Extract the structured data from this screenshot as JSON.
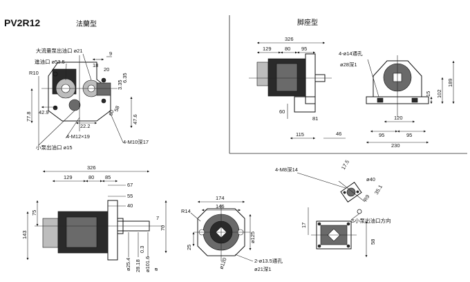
{
  "header": {
    "model": "PV2R12",
    "flange_type": "法蘭型",
    "foot_type": "脚座型"
  },
  "flange_view": {
    "callouts": {
      "large_outlet": "大流量泵出油口 ø21",
      "inlet": "進油口 ø53.5",
      "radius": "R10",
      "small_outlet": "小泵出油口 ø15",
      "bolt_m12": "4-M12×19",
      "bolt_m10": "4-M10深17"
    },
    "dims": [
      "18",
      "9",
      "20",
      "42.9",
      "77.8",
      "22.2",
      "47.6",
      "3.35",
      "6.35",
      "58",
      "60"
    ]
  },
  "foot_view": {
    "dims_top": [
      "326",
      "129",
      "80",
      "95"
    ],
    "dims_side": [
      "60",
      "81",
      "115",
      "46"
    ],
    "hole_note": "4-ø14通孔",
    "counterbore": "ø28深1",
    "dims_end": [
      "120",
      "95",
      "95",
      "230",
      "15",
      "102",
      "189"
    ]
  },
  "bottom_side": {
    "dims": [
      "326",
      "129",
      "80",
      "85",
      "67",
      "55",
      "40",
      "75",
      "143",
      "7",
      "70"
    ],
    "shaft_dims": [
      "ø25.4",
      "28.18",
      "ø101.6",
      "ø",
      "0.3"
    ]
  },
  "bottom_end": {
    "dims": [
      "174",
      "146",
      "R14",
      "25",
      "ø125",
      "ø120"
    ],
    "hole_note": "2-ø13.5通孔",
    "counterbore": "ø21深1"
  },
  "port_detail": {
    "note_top": "4-M8深14",
    "dims": [
      "17.5",
      "ø40",
      "35.1",
      "R9",
      "17",
      "58"
    ],
    "small_port_note": "S小泵出油口方向"
  }
}
